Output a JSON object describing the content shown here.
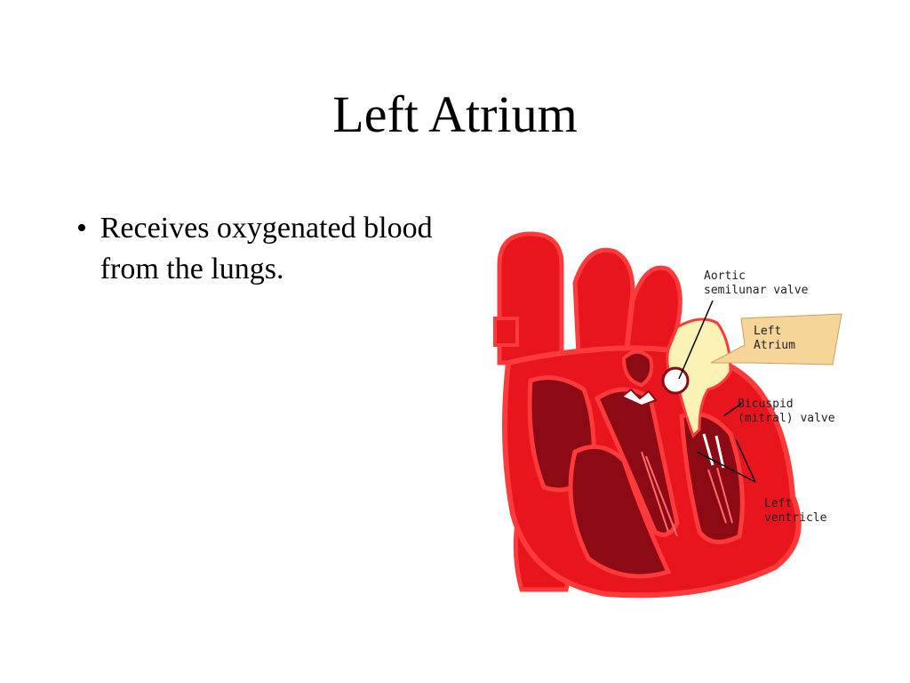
{
  "slide": {
    "title": "Left Atrium",
    "bullets": [
      {
        "text": "Receives oxygenated blood from the lungs."
      }
    ]
  },
  "diagram": {
    "labels": {
      "aortic_1": "Aortic",
      "aortic_2": "semilunar valve",
      "atrium_1": "Left",
      "atrium_2": "Atrium",
      "bicuspid_1": "Bicuspid",
      "bicuspid_2": "(mitral) valve",
      "ventricle_1": "Left",
      "ventricle_2": "ventricle"
    },
    "colors": {
      "heart_red": "#e8141e",
      "outline": "#ff3a3a",
      "chamber": "#8c0a14",
      "atrium_highlight": "#fbf3b6",
      "label_box": "#f5d598"
    }
  }
}
